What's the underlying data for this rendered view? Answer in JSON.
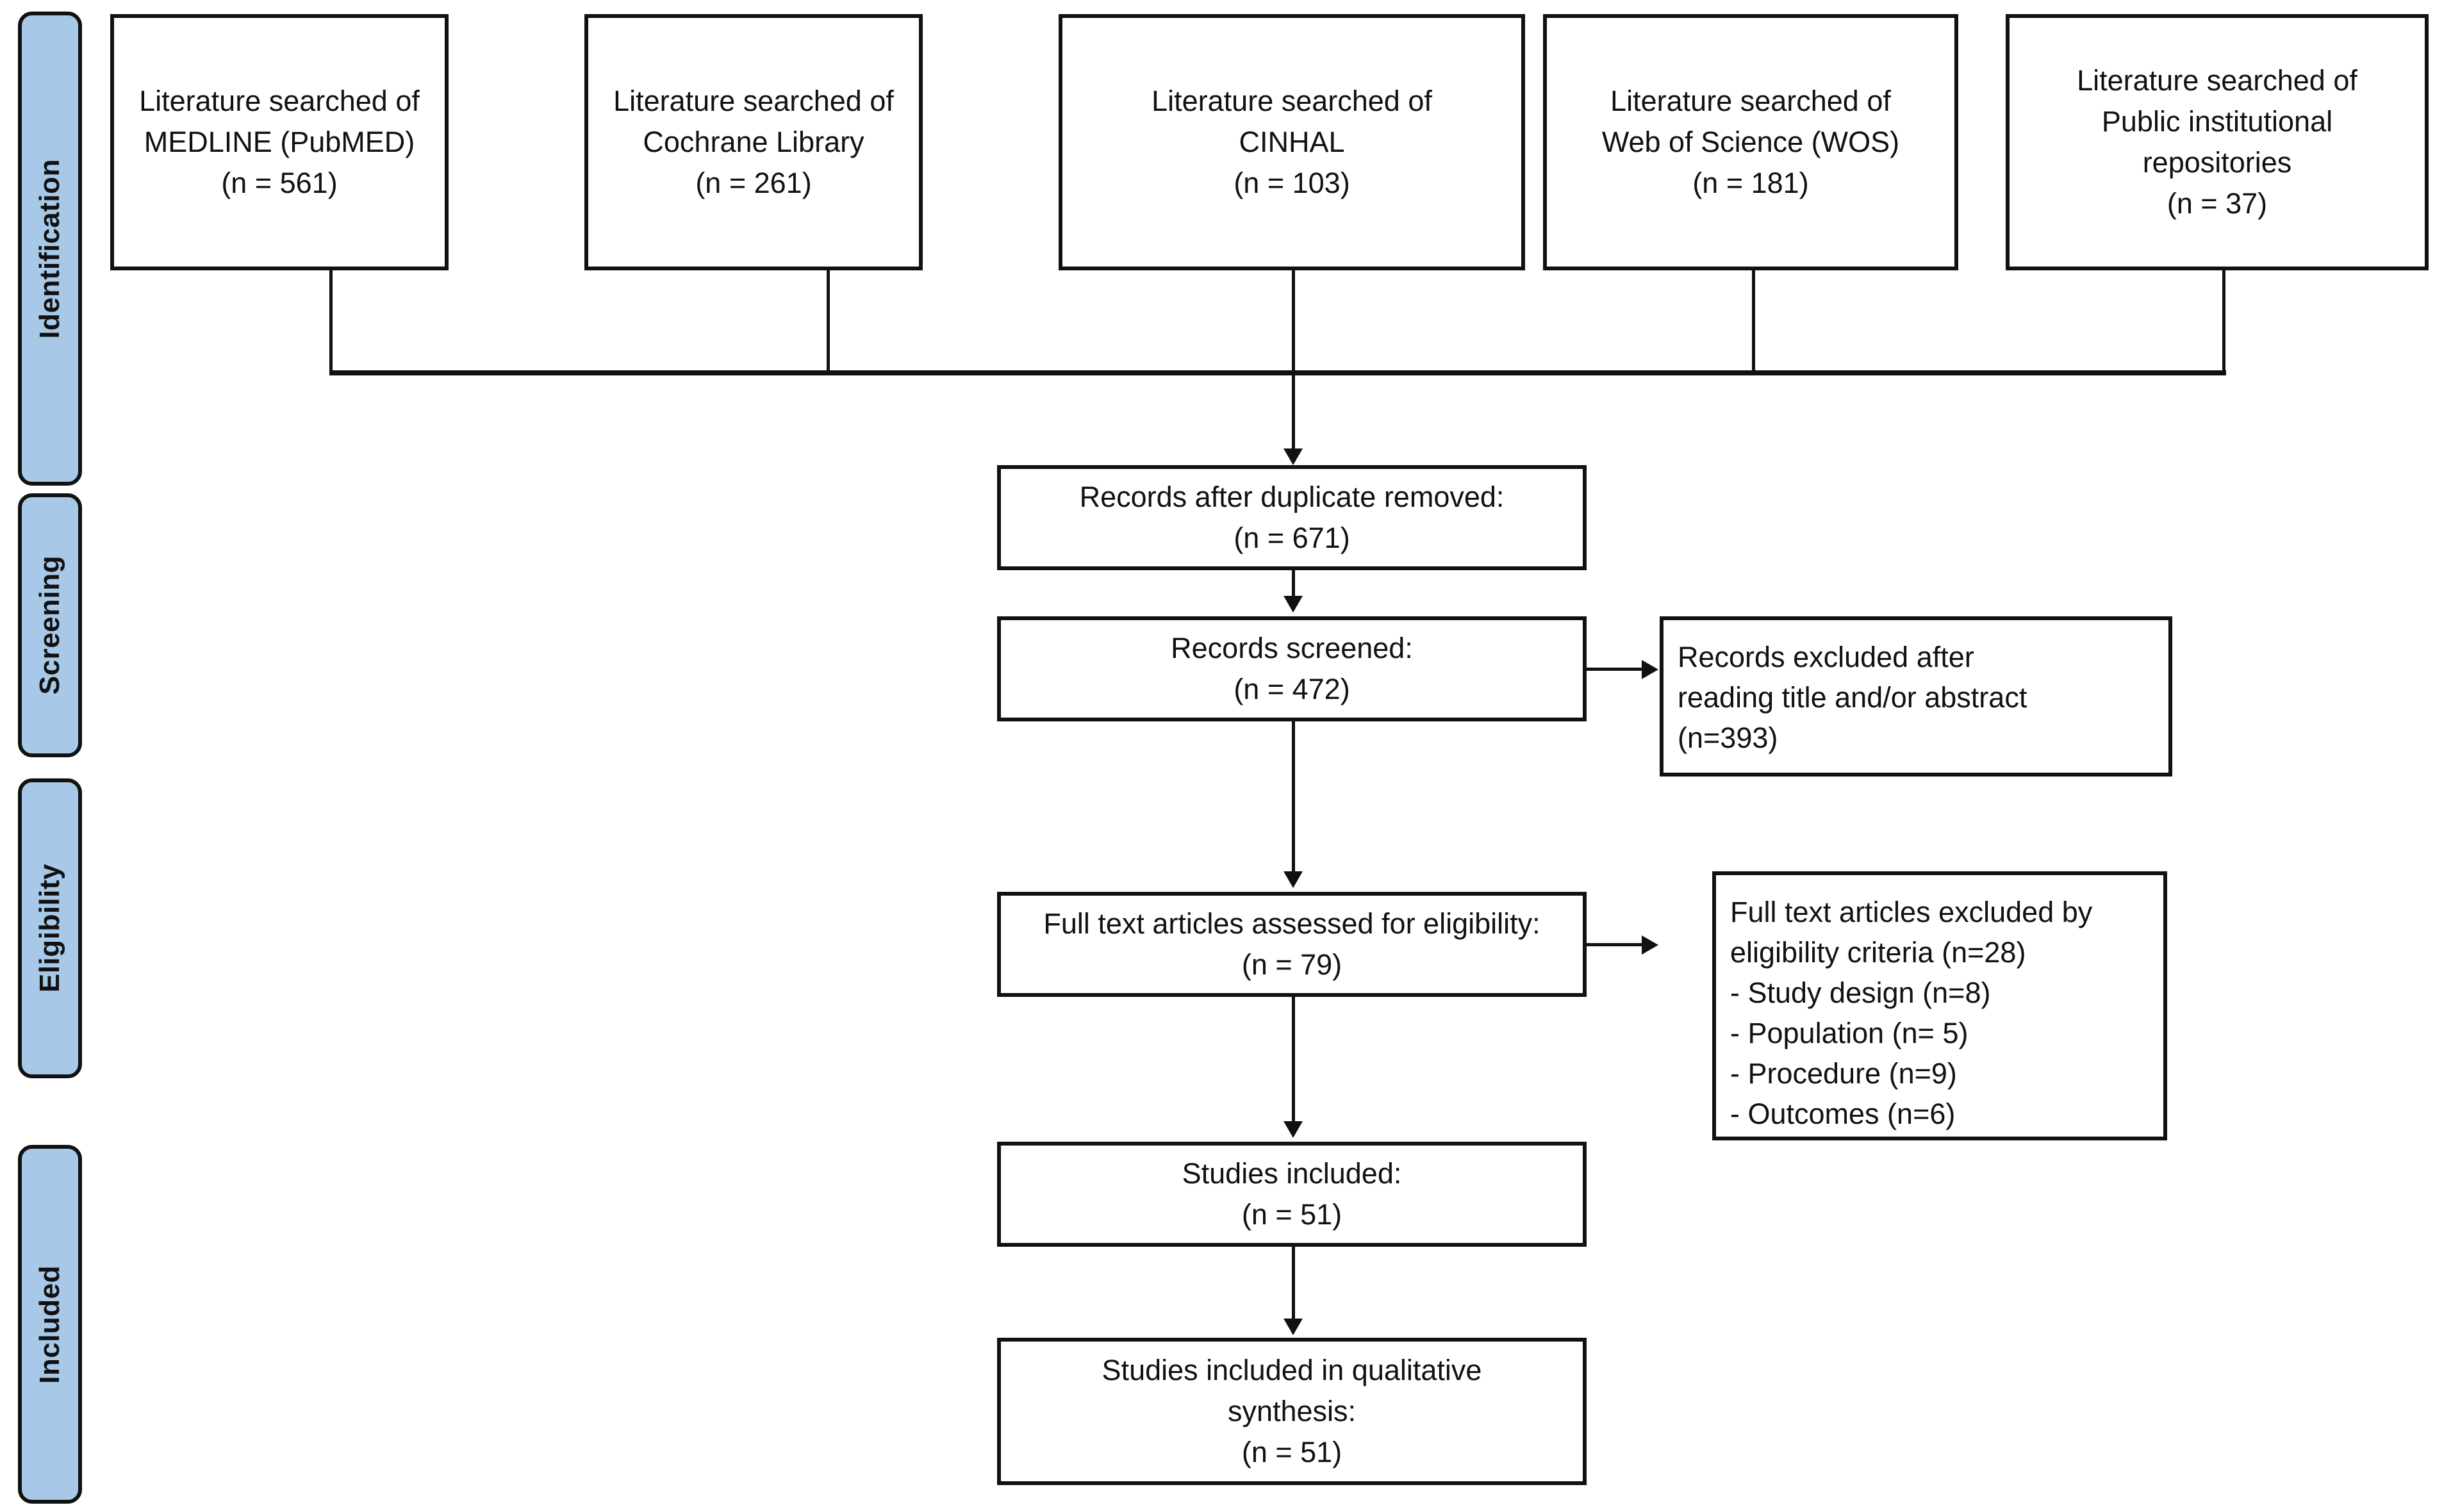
{
  "diagram": {
    "type": "prisma-flow-diagram",
    "accent_color": "#a8c8e8",
    "line_color": "#111111",
    "background_color": "#ffffff"
  },
  "stages": [
    {
      "id": "identification",
      "label": "Identification"
    },
    {
      "id": "screening",
      "label": "Screening"
    },
    {
      "id": "eligibility",
      "label": "Eligibility"
    },
    {
      "id": "included",
      "label": "Included"
    }
  ],
  "sources": [
    {
      "id": "medline",
      "line1": "Literature searched of",
      "line2": "MEDLINE (PubMED)",
      "line3": "(n = 561)",
      "count": 561
    },
    {
      "id": "cochrane",
      "line1": "Literature searched of",
      "line2": "Cochrane Library",
      "line3": "(n = 261)",
      "count": 261
    },
    {
      "id": "cinhal",
      "line1": "Literature searched of",
      "line2": "CINHAL",
      "line3": "(n = 103)",
      "count": 103
    },
    {
      "id": "wos",
      "line1": "Literature searched of",
      "line2": "Web of Science (WOS)",
      "line3": "(n = 181)",
      "count": 181
    },
    {
      "id": "repositories",
      "line1": "Literature searched of",
      "line2": "Public institutional",
      "line3": "repositories",
      "line4": "(n = 37)",
      "count": 37
    }
  ],
  "flow": {
    "duplicates_removed": {
      "line1": "Records after duplicate removed:",
      "line2": "(n = 671)",
      "count": 671
    },
    "records_screened": {
      "line1": "Records screened:",
      "line2": "(n = 472)",
      "count": 472
    },
    "records_excluded": {
      "line1": "Records excluded after",
      "line2": "reading title and/or abstract",
      "line3": "(n=393)",
      "count": 393
    },
    "full_text_assessed": {
      "line1": "Full text articles assessed for eligibility:",
      "line2": "(n = 79)",
      "count": 79
    },
    "full_text_excluded": {
      "line1": "Full text articles excluded by",
      "line2": "eligibility criteria (n=28)",
      "line3": "- Study design (n=8)",
      "line4": "- Population (n= 5)",
      "line5": "- Procedure (n=9)",
      "line6": "- Outcomes (n=6)",
      "total": 28,
      "reasons": [
        {
          "label": "Study design",
          "count": 8
        },
        {
          "label": "Population",
          "count": 5
        },
        {
          "label": "Procedure",
          "count": 9
        },
        {
          "label": "Outcomes",
          "count": 6
        }
      ]
    },
    "studies_included": {
      "line1": "Studies included:",
      "line2": "(n = 51)",
      "count": 51
    },
    "qualitative_synthesis": {
      "line1": "Studies included in qualitative",
      "line2": "synthesis:",
      "line3": "(n = 51)",
      "count": 51
    }
  }
}
